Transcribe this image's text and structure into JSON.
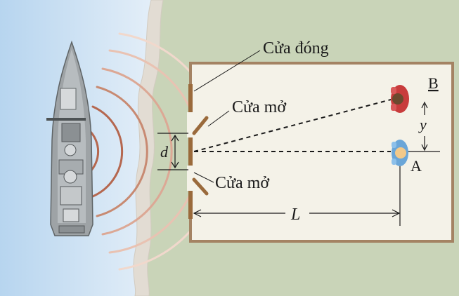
{
  "labels": {
    "closed_door": "Cửa đóng",
    "open_door_top": "Cửa mở",
    "open_door_bottom": "Cửa mở",
    "slit_distance": "d",
    "screen_distance": "L",
    "displacement": "y",
    "point_a": "A",
    "point_b": "B"
  },
  "icons": {
    "ship": "ship-icon",
    "person_a": "person-icon",
    "person_b": "person-icon"
  },
  "colors": {
    "sea_light": "#dcebf7",
    "sea_dark": "#b7d5ef",
    "shore": "#e2dcd3",
    "land": "#c9d4b8",
    "room_floor": "#f4f2e8",
    "room_wall": "#a48363",
    "door": "#9a6a3b",
    "wave_red": "#b5674f",
    "wave_light": "#e9c2b2",
    "person_b": "#c83c3c",
    "person_a": "#6aa6d8"
  }
}
